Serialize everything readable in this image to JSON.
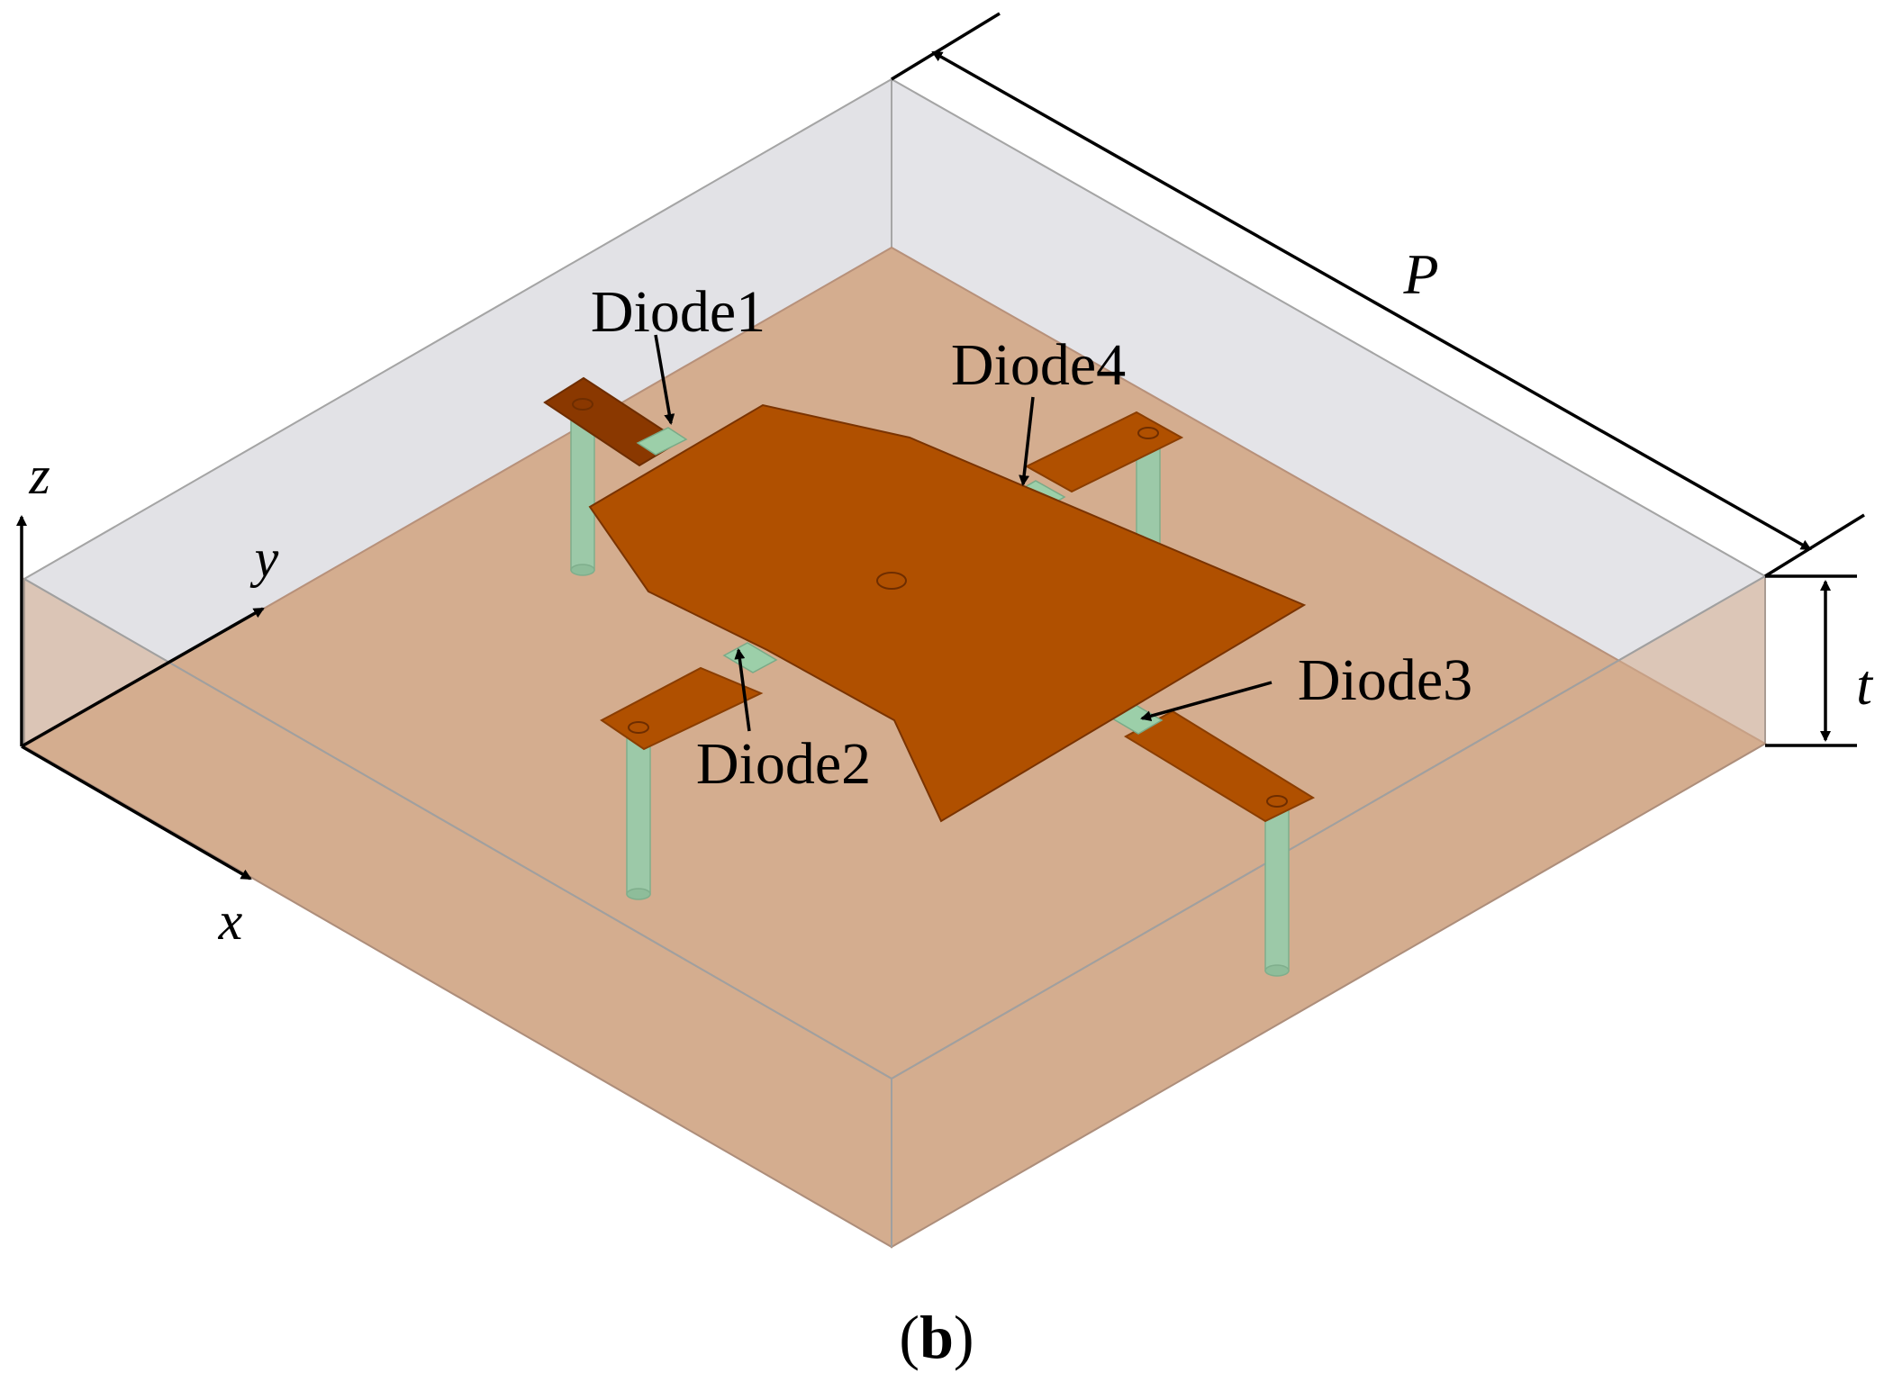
{
  "labels": {
    "diode1": "Diode1",
    "diode2": "Diode2",
    "diode3": "Diode3",
    "diode4": "Diode4",
    "period": "P",
    "thickness": "t",
    "axis_x": "x",
    "axis_y": "y",
    "axis_z": "z",
    "caption_open": "(",
    "caption_letter": "b",
    "caption_close": ")"
  },
  "colors": {
    "substrate_fill": "#d4ad8f",
    "substrate_glass": "#e9e9ec",
    "patch": "#b05000",
    "patch_dark": "#8a3800",
    "diode": "#9ccfa9",
    "via": "#9cc9a8",
    "edge": "#9a9a9a",
    "ink": "#000000"
  }
}
